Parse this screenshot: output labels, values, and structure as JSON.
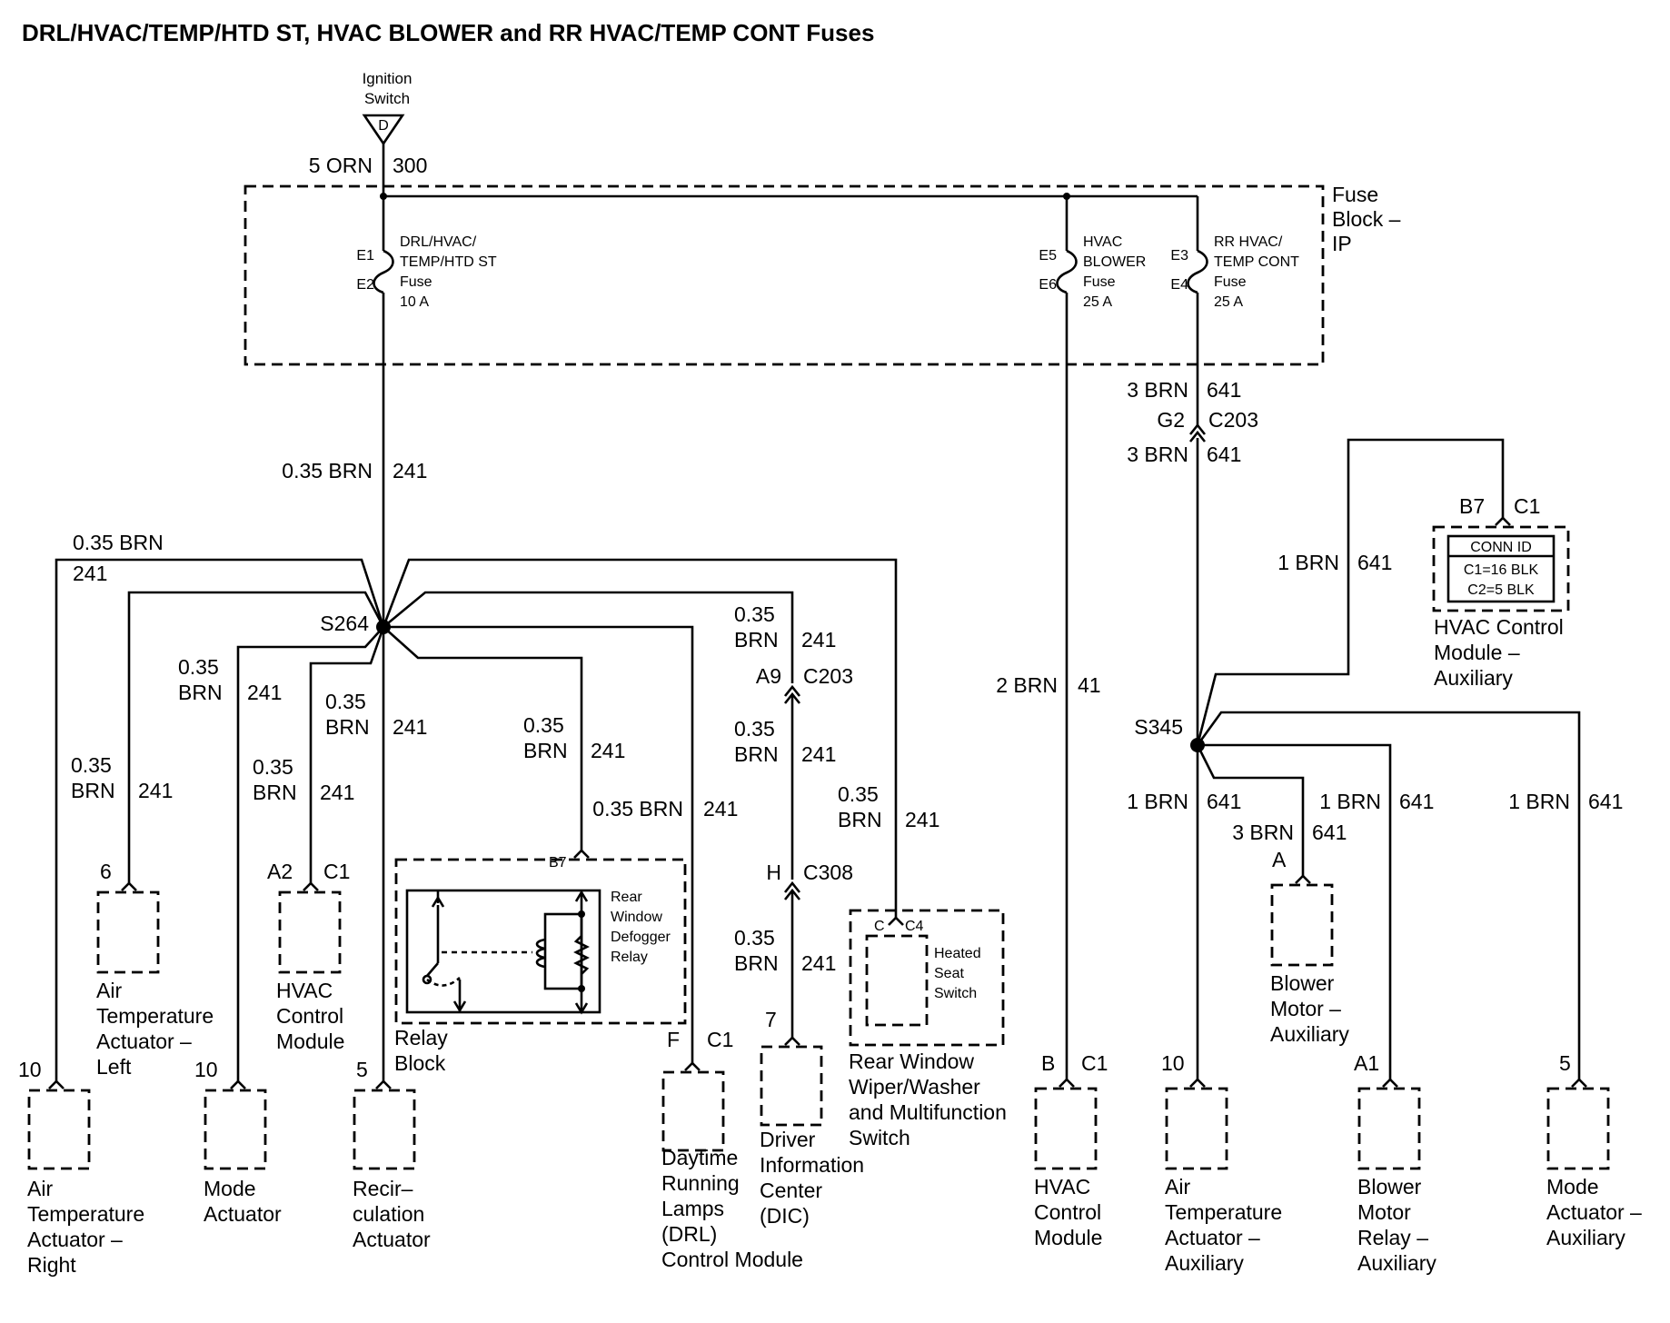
{
  "title": "DRL/HVAC/TEMP/HTD ST, HVAC BLOWER and RR HVAC/TEMP  CONT Fuses",
  "ignition": {
    "name_l1": "Ignition",
    "name_l2": "Switch",
    "pin": "D",
    "wire_size": "5 ORN",
    "circuit": "300"
  },
  "fuse_block": {
    "l1": "Fuse",
    "l2": "Block –",
    "l3": "IP"
  },
  "fuses": {
    "drl": {
      "in": "E1",
      "out": "E2",
      "l1": "DRL/HVAC/",
      "l2": "TEMP/HTD ST",
      "l3": "Fuse",
      "l4": "10 A"
    },
    "blower": {
      "in": "E5",
      "out": "E6",
      "l1": "HVAC",
      "l2": "BLOWER",
      "l3": "Fuse",
      "l4": "25 A"
    },
    "rr": {
      "in": "E3",
      "out": "E4",
      "l1": "RR HVAC/",
      "l2": "TEMP CONT",
      "l3": "Fuse",
      "l4": "25 A"
    }
  },
  "wires": {
    "c241_one": "0.35 BRN",
    "size_035": "0.35",
    "brn": "BRN",
    "n241": "241",
    "blower_size": "2 BRN",
    "n41": "41",
    "size_3brn": "3 BRN",
    "size_1brn": "1 BRN",
    "n641": "641"
  },
  "splices": {
    "s264": "S264",
    "s345": "S345"
  },
  "connectors": {
    "g2": "G2",
    "c203": "C203",
    "a9": "A9",
    "h": "H",
    "c308": "C308",
    "c1": "C1",
    "c4": "C4",
    "c": "C",
    "b7": "B7",
    "a2": "A2",
    "f": "F",
    "b": "B",
    "a": "A",
    "a1": "A1",
    "p6": "6",
    "p10": "10",
    "p5": "5",
    "p7": "7"
  },
  "conn_id": {
    "head": "CONN ID",
    "r1": "C1=16 BLK",
    "r2": "C2=5 BLK"
  },
  "relay": {
    "l1": "Rear",
    "l2": "Window",
    "l3": "Defogger",
    "l4": "Relay"
  },
  "heated_seat": {
    "l1": "Heated",
    "l2": "Seat",
    "l3": "Switch"
  },
  "components": {
    "air_temp_right": [
      "Air",
      "Temperature",
      "Actuator –",
      "Right"
    ],
    "mode": [
      "Mode",
      "Actuator"
    ],
    "recirc": [
      "Recir–",
      "culation",
      "Actuator"
    ],
    "air_temp_left": [
      "Air",
      "Temperature",
      "Actuator –",
      "Left"
    ],
    "hvac_cm": [
      "HVAC",
      "Control",
      "Module"
    ],
    "relay_block": [
      "Relay",
      "Block"
    ],
    "drl": [
      "Daytime",
      "Running",
      "Lamps",
      "(DRL)",
      "Control Module"
    ],
    "dic": [
      "Driver",
      "Information",
      "Center",
      "(DIC)"
    ],
    "rear_wiper": [
      "Rear Window",
      "Wiper/Washer",
      "and Multifunction",
      "Switch"
    ],
    "hvac_cm2": [
      "HVAC",
      "Control",
      "Module"
    ],
    "air_temp_aux": [
      "Air",
      "Temperature",
      "Actuator –",
      "Auxiliary"
    ],
    "blower_relay_aux": [
      "Blower",
      "Motor",
      "Relay –",
      "Auxiliary"
    ],
    "mode_aux": [
      "Mode",
      "Actuator –",
      "Auxiliary"
    ],
    "blower_aux": [
      "Blower",
      "Motor –",
      "Auxiliary"
    ],
    "hvac_aux": [
      "HVAC Control",
      "Module –",
      "Auxiliary"
    ]
  }
}
